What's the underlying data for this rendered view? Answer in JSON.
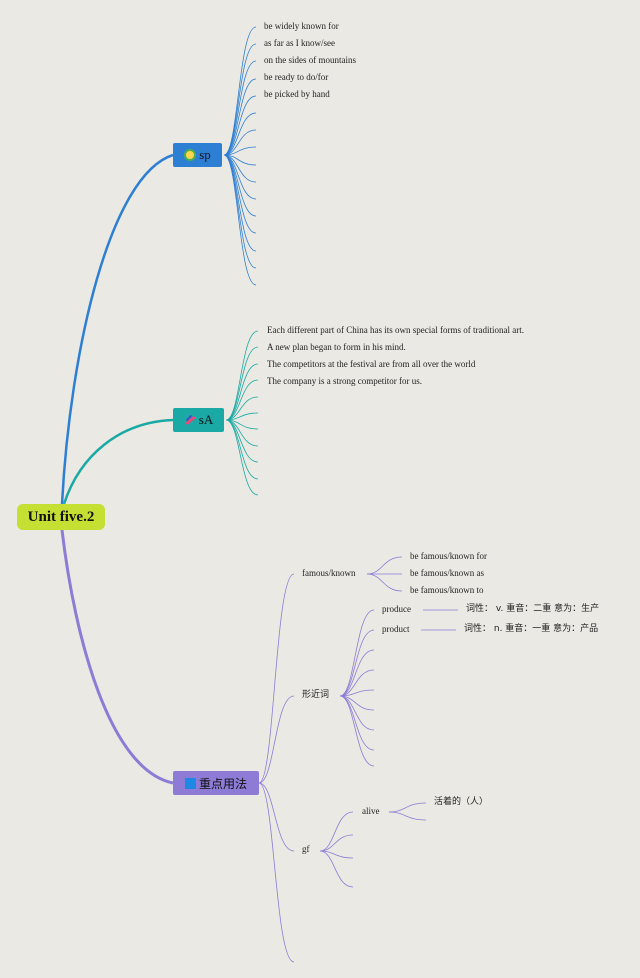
{
  "root": {
    "title": "Unit five.2"
  },
  "branches": {
    "sp": {
      "label": "sp",
      "icon": "award-icon",
      "color": "#2d7fd3",
      "items": [
        "be widely known for",
        "as far as I know/see",
        "on the sides of mountains",
        "be ready to do/for",
        "be picked by hand"
      ]
    },
    "sa": {
      "label": "sA",
      "icon": "pencil-icon",
      "color": "#1aa9a4",
      "items": [
        "Each different part of China has its own special forms of traditional art.",
        "A new plan began to form in his mind.",
        "The competitors at the festival are from all over the world",
        "The company is a strong competitor for us."
      ]
    },
    "zd": {
      "label": "重点用法",
      "icon": "square-icon",
      "color": "#8d7bd6",
      "famous": {
        "label": "famous/known",
        "items": [
          "be famous/known for",
          "be famous/known as",
          "be famous/known to"
        ]
      },
      "similar": {
        "label": "形近词",
        "words": [
          {
            "word": "produce",
            "note": "词性： v. 重音：二重 意为：生产"
          },
          {
            "word": "product",
            "note": "词性： n. 重音：一重 意为：产品"
          }
        ]
      },
      "gf": {
        "label": "gf",
        "words": [
          {
            "word": "alive",
            "note": "活着的（人）"
          }
        ]
      }
    }
  }
}
